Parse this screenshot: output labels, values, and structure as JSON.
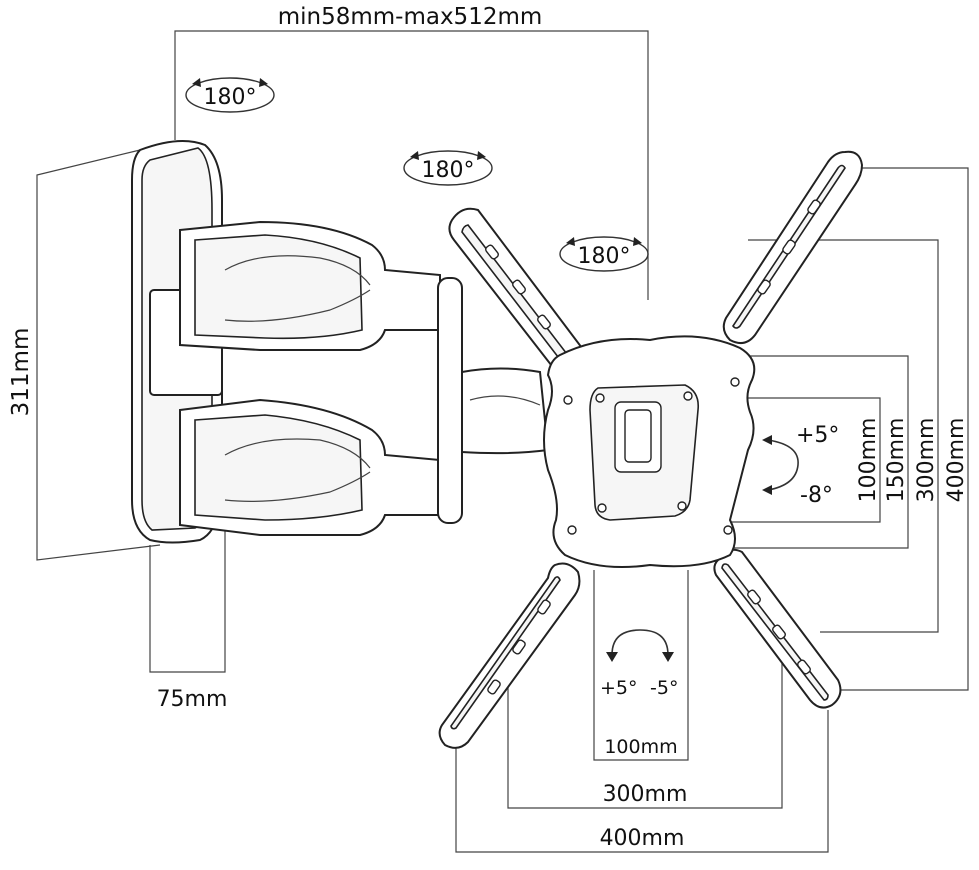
{
  "dimensions": {
    "arm_extension": "min58mm-max512mm",
    "wall_plate_height": "311mm",
    "wall_plate_width": "75mm",
    "vesa_vertical_100": "100mm",
    "vesa_vertical_150": "150mm",
    "vesa_vertical_300": "300mm",
    "vesa_vertical_400": "400mm",
    "vesa_horizontal_100": "100mm",
    "vesa_horizontal_300": "300mm",
    "vesa_horizontal_400": "400mm"
  },
  "rotation": {
    "pivot_1": "180°",
    "pivot_2": "180°",
    "pivot_3": "180°",
    "tilt_up": "+5°",
    "tilt_down": "-8°",
    "swivel_left": "+5°",
    "swivel_right": "-5°"
  },
  "colors": {
    "line": "#222222",
    "background": "#ffffff"
  },
  "icons": [
    "rotation-arrow-icon",
    "curved-arrow-icon"
  ]
}
